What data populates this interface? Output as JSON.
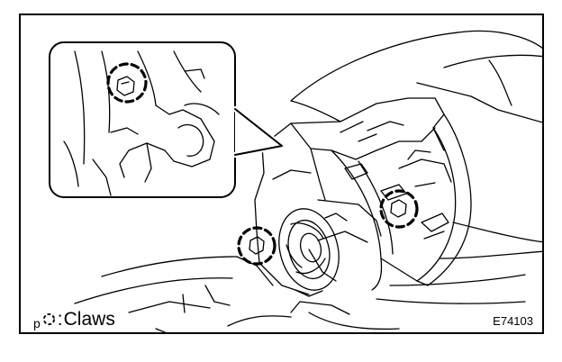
{
  "legend": {
    "symbol": "p",
    "separator": ":",
    "label": "Claws",
    "marker_icon": "dashed-circle-icon"
  },
  "figure_id": "E74103",
  "colors": {
    "ink": "#000000",
    "background": "#ffffff"
  }
}
